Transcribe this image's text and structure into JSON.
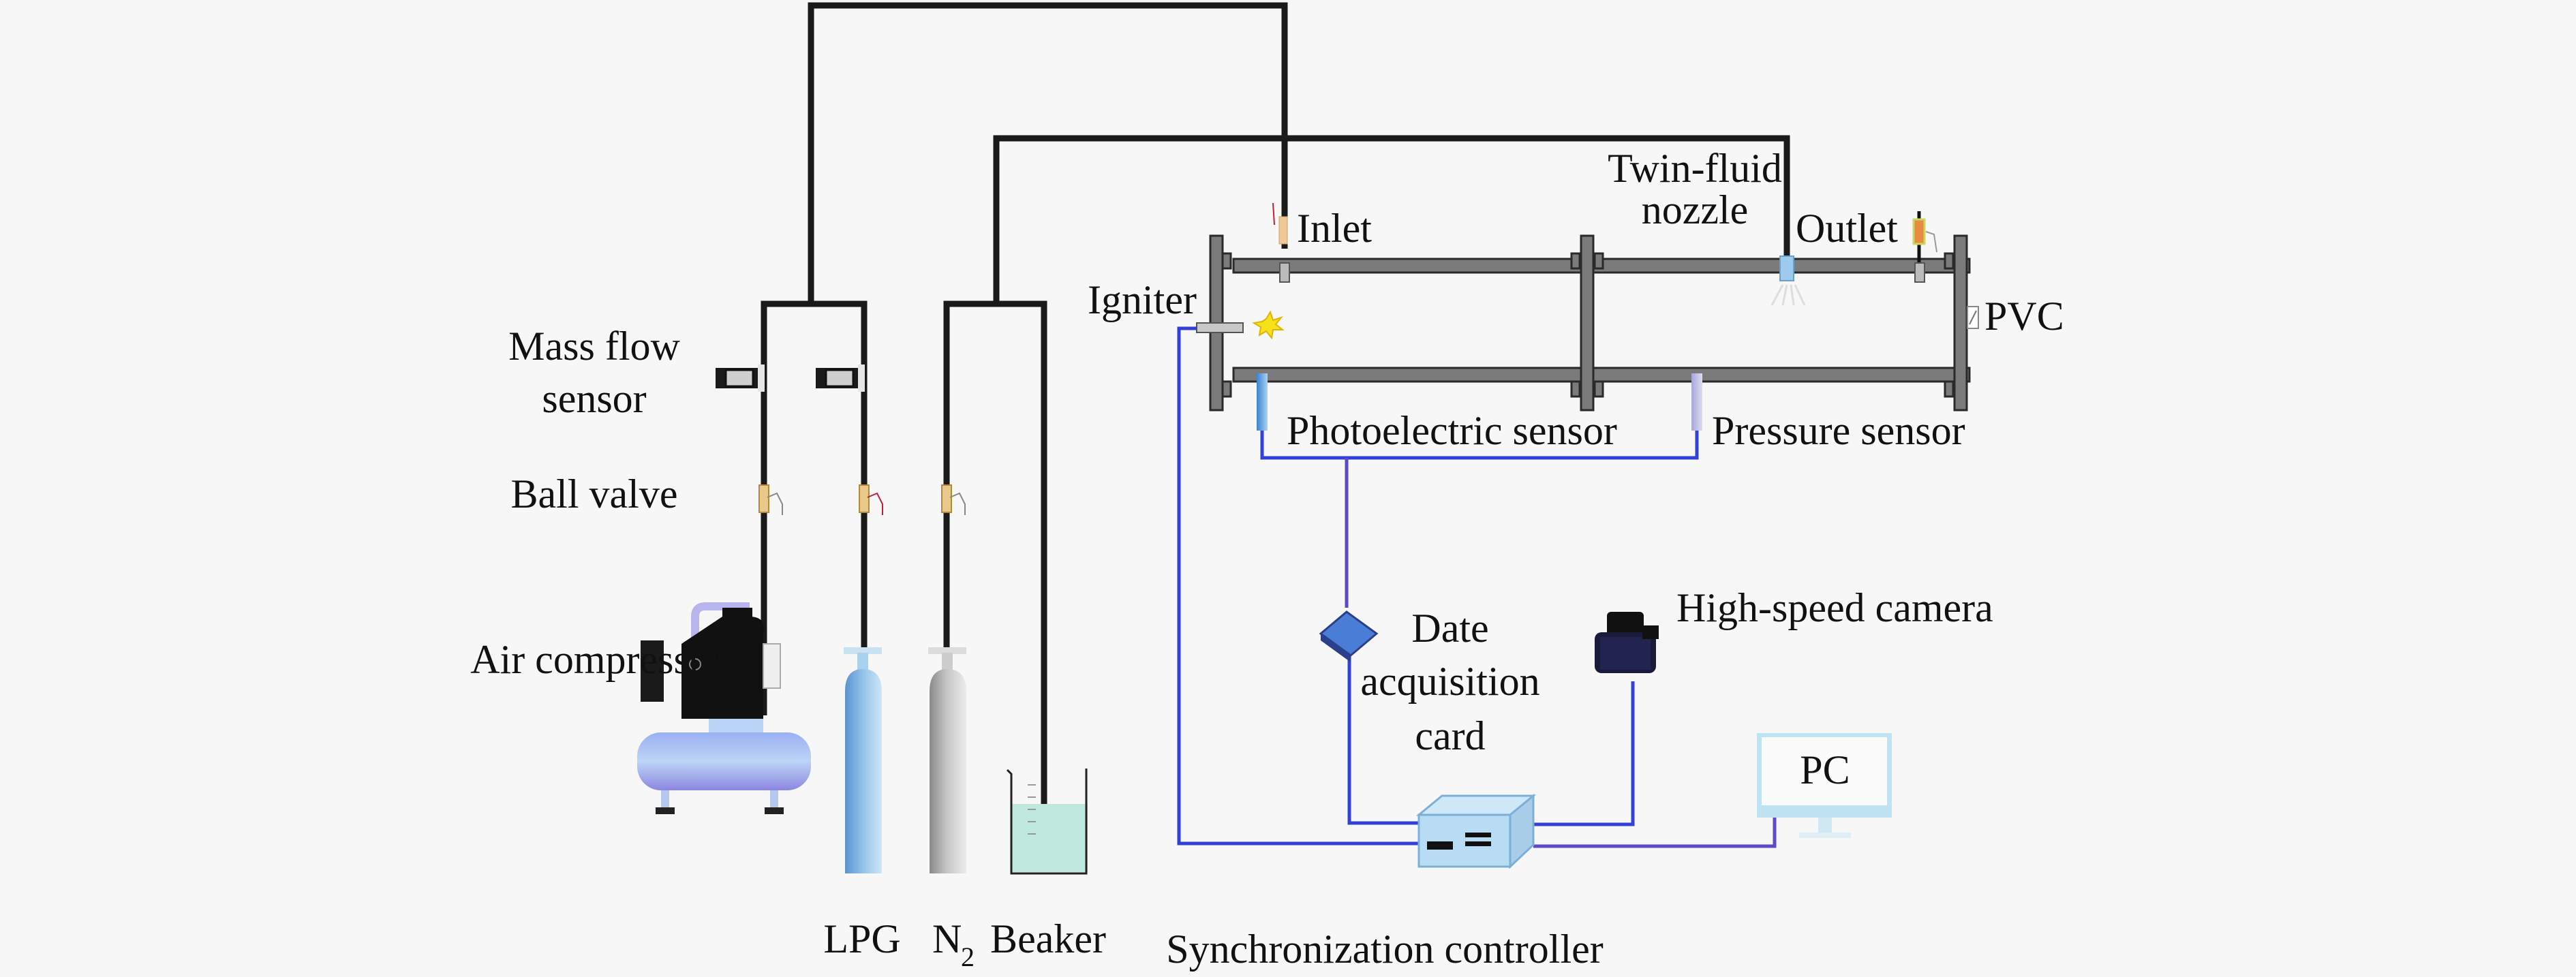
{
  "diagram": {
    "title": "Experimental setup schematic",
    "labels": {
      "mass_flow_sensor_line1": "Mass flow",
      "mass_flow_sensor_line2": "sensor",
      "ball_valve": "Ball valve",
      "air_compressor": "Air compressor",
      "lpg": "LPG",
      "n2_main": "N",
      "n2_sub": "2",
      "beaker": "Beaker",
      "igniter": "Igniter",
      "inlet": "Inlet",
      "twin_fluid_line1": "Twin-fluid",
      "twin_fluid_line2": "nozzle",
      "outlet": "Outlet",
      "pvc": "PVC",
      "photoelectric_sensor": "Photoelectric sensor",
      "pressure_sensor": "Pressure sensor",
      "daq_line1": "Date",
      "daq_line2": "acquisition",
      "daq_line3": "card",
      "high_speed_camera": "High-speed camera",
      "pc": "PC",
      "sync_controller": "Synchronization controller"
    },
    "colors": {
      "background": "#f7f7f7",
      "gas_pipe": "#1a1a1a",
      "signal_wire": "#3340d8",
      "signal_wire_alt": "#5b4bc4",
      "tube_steel": "#7b7b7b",
      "lpg_cylinder": "#8fc0e8",
      "n2_cylinder": "#c8c8c8",
      "water": "#bfe9df",
      "compressor_tank": "#a9b8f0",
      "controller_box": "#b8dcf4",
      "monitor_frame": "#bfe3f2",
      "igniter_spark": "#f5e21a",
      "valve_brass": "#e8c98a"
    }
  }
}
